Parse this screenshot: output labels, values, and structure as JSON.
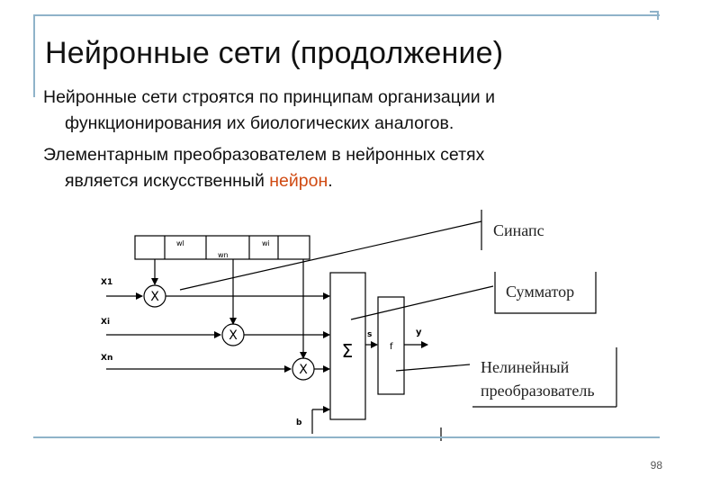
{
  "slide": {
    "title": "Нейронные сети (продолжение)",
    "paragraph1": {
      "line1": "Нейронные сети строятся по принципам организации и",
      "line2": "функционирования их биологических аналогов."
    },
    "paragraph2": {
      "line1": "Элементарным преобразователем в нейронных  сетях",
      "line2_prefix": "является искусственный ",
      "line2_highlight": "нейрон",
      "line2_suffix": "."
    },
    "page_number": "98",
    "highlight_color": "#d04a12",
    "frame_color": "#8fb3c9"
  },
  "diagram": {
    "weights": [
      "wl",
      "wn",
      "wi"
    ],
    "inputs": [
      "X1",
      "Xi",
      "Xn"
    ],
    "multiplier_symbol": "X",
    "sum_symbol": "Σ",
    "sum_output": "s",
    "activation": "f",
    "output": "y",
    "bias": "b",
    "callouts": {
      "synapse": "Синапс",
      "adder": "Сумматор",
      "nonlinear_line1": "Нелинейный",
      "nonlinear_line2": "преобразователь"
    }
  }
}
